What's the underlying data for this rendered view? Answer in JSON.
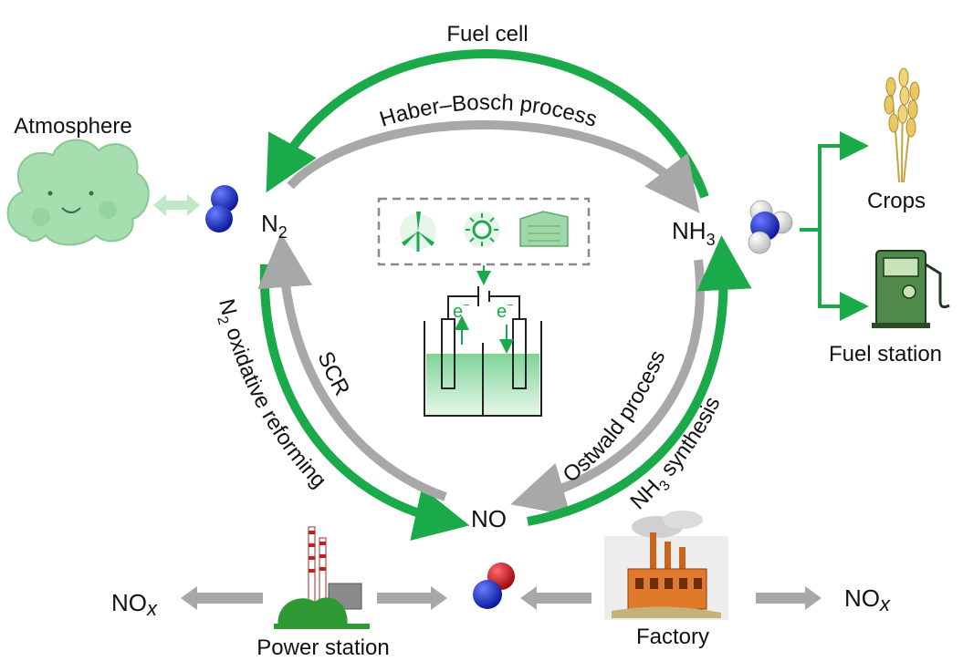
{
  "labels": {
    "fuel_cell": "Fuel cell",
    "haber_bosch": "Haber–Bosch process",
    "atmosphere": "Atmosphere",
    "n2": "N",
    "n2_sub": "2",
    "nh3": "NH",
    "nh3_sub": "3",
    "no": "NO",
    "crops": "Crops",
    "fuel_station": "Fuel station",
    "n2_oxidative_n": "N",
    "n2_oxidative_sub": "2",
    "n2_oxidative_rest": " oxidative reforming",
    "scr": "SCR",
    "ostwald": "Ostwald process",
    "nh3_synthesis_nh": "NH",
    "nh3_synthesis_sub": "3",
    "nh3_synthesis_rest": " synthesis",
    "electron": "e",
    "electron_sup": "−",
    "nox_left": "NO",
    "nox_left_sub": "x",
    "nox_right": "NO",
    "nox_right_sub": "x",
    "power_station": "Power station",
    "factory": "Factory"
  },
  "colors": {
    "green_arrow": "#1aaa4a",
    "gray_arrow": "#a8a8a8",
    "cloud": "#a6deb0",
    "nitrogen_atom": "#1a2fbf",
    "oxygen_atom": "#d8141a",
    "hydrogen_atom": "#ffffff",
    "electrolyte": "#8fd9a3",
    "factory_brick": "#e07a2a"
  }
}
